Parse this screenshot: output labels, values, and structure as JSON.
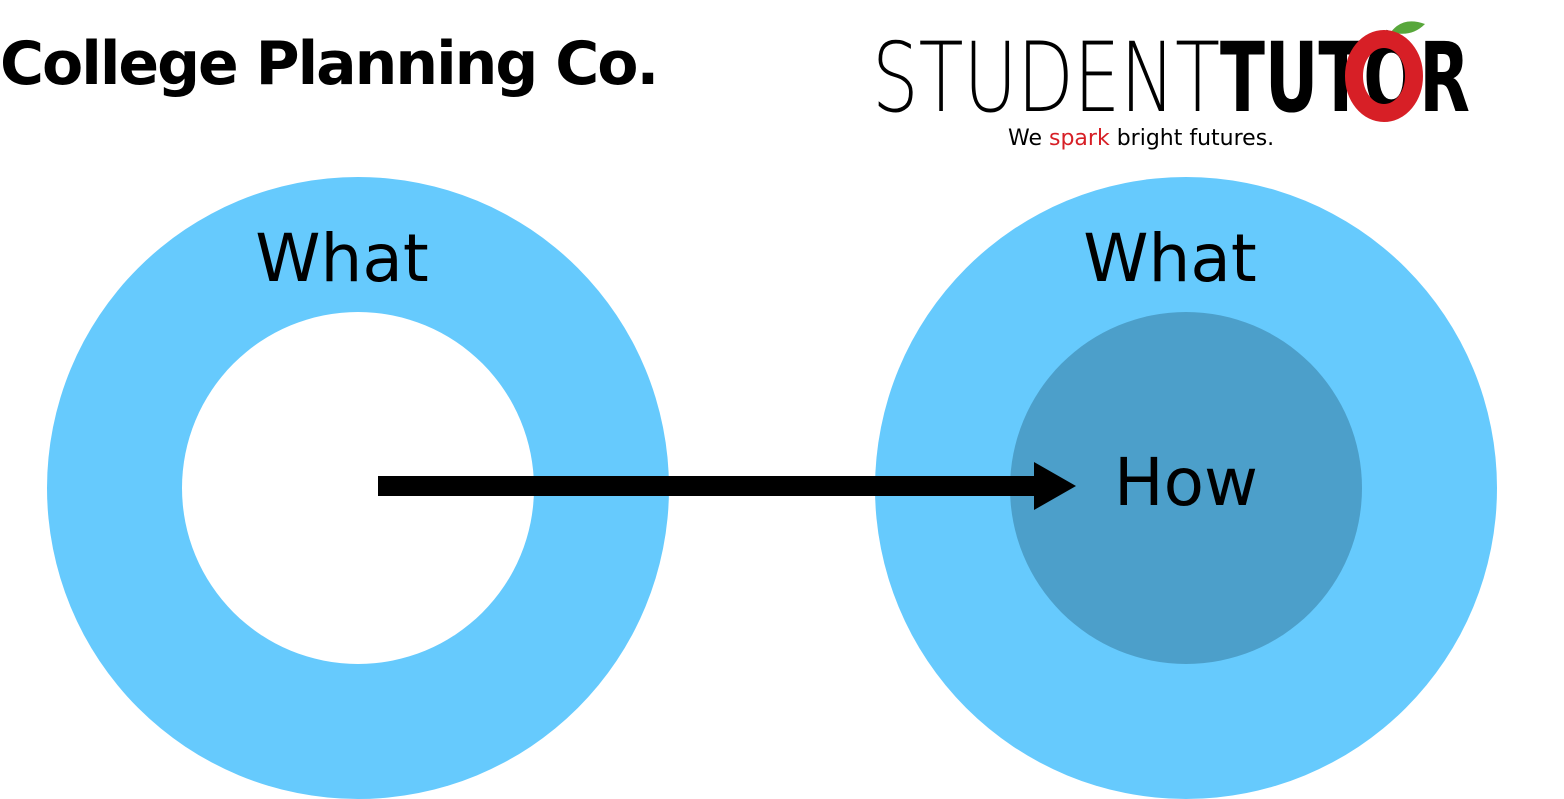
{
  "header": {
    "company_name": "College Planning Co.",
    "logo": {
      "word_light": "STUDENT",
      "word_bold": "TUTOR",
      "tagline_before": "We ",
      "tagline_highlight": "spark",
      "tagline_after": " bright futures.",
      "icon": "apple-icon"
    }
  },
  "diagram": {
    "left_circle": {
      "outer_label": "What"
    },
    "right_circle": {
      "outer_label": "What",
      "inner_label": "How"
    },
    "arrow": {
      "icon": "right-arrow"
    }
  },
  "colors": {
    "outer_ring": "#66CAFD",
    "inner_filled": "#4C9FCA",
    "inner_empty": "#FFFFFF",
    "arrow": "#000000",
    "logo_red": "#D71F26",
    "leaf_green": "#58A73B"
  }
}
